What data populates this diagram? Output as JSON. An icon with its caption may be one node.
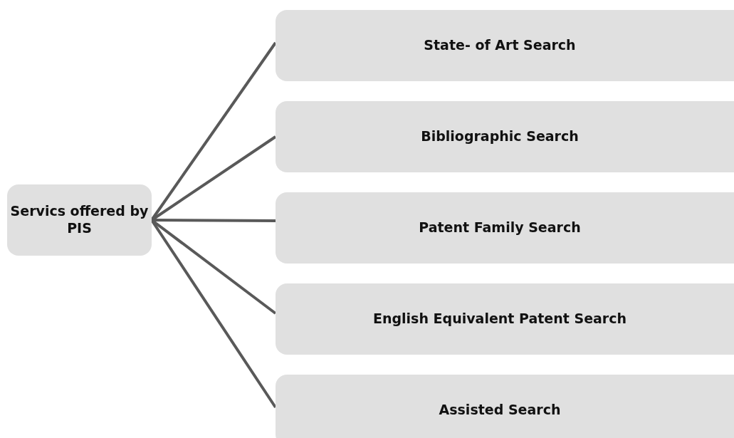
{
  "diagram": {
    "nodes": [
      {
        "text": [
          "Servics offered by PIS"
        ]
      },
      {
        "text": [
          "State- of Art Search"
        ]
      },
      {
        "text": [
          "Bibliographic Search"
        ]
      },
      {
        "text": [
          "Patent Family Search"
        ]
      },
      {
        "text": [
          "English Equivalent Patent Search"
        ]
      },
      {
        "text": [
          "Assisted Search"
        ]
      }
    ],
    "edges": [
      {
        "from": 0,
        "to": 1,
        "arrow": "none"
      },
      {
        "from": 0,
        "to": 2,
        "arrow": "none"
      },
      {
        "from": 0,
        "to": 3,
        "arrow": "none"
      },
      {
        "from": 0,
        "to": 4,
        "arrow": "none"
      },
      {
        "from": 0,
        "to": 5,
        "arrow": "none"
      }
    ]
  }
}
